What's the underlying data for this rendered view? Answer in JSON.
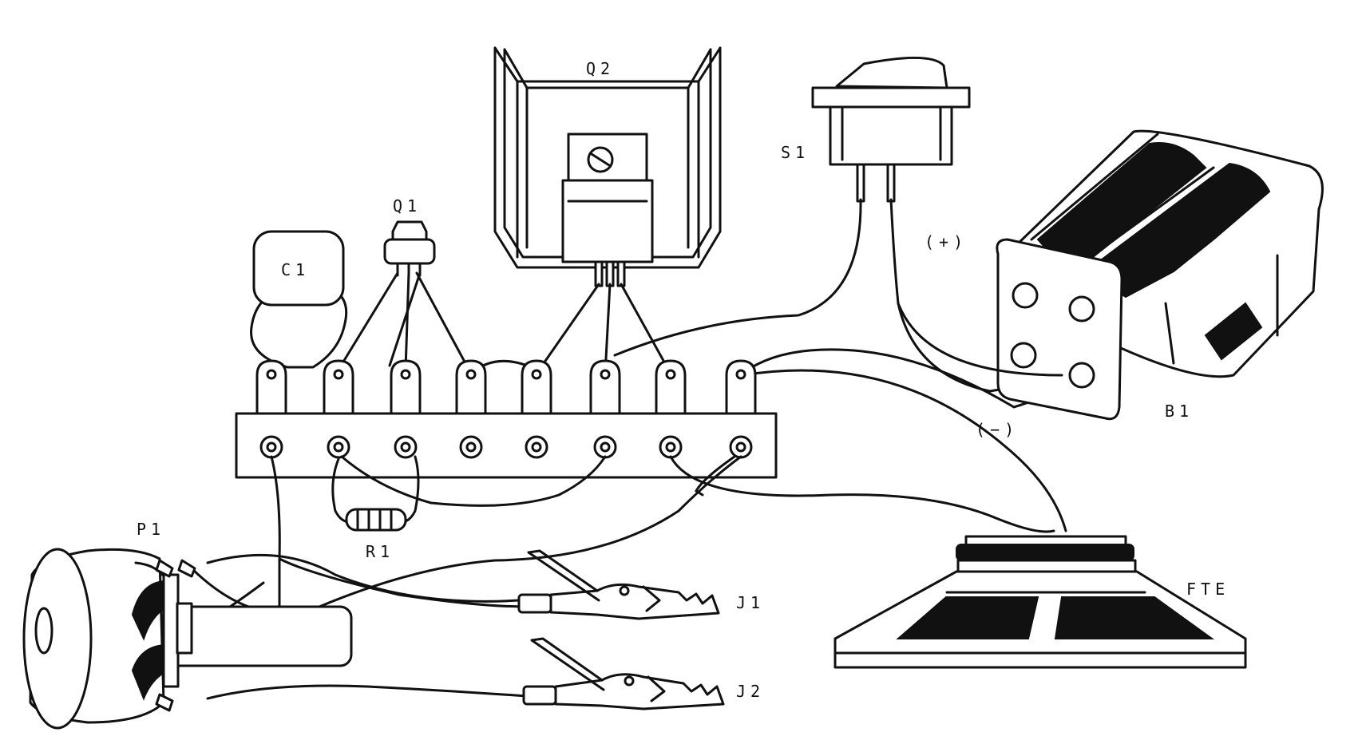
{
  "diagram": {
    "ink_color": "#111111",
    "background_color": "#ffffff",
    "labels": {
      "q2": "Q2",
      "s1": "S1",
      "q1": "Q1",
      "c1": "C1",
      "plus": "(+)",
      "minus": "(−)",
      "b1": "B1",
      "p1": "P1",
      "r1": "R1",
      "j1": "J1",
      "j2": "J2",
      "fte": "FTE"
    },
    "terminal_strip": {
      "terminal_count": 8
    },
    "icons": [
      "heatsink-icon",
      "power-transistor-icon",
      "rocker-switch-icon",
      "transistor-icon",
      "capacitor-icon",
      "battery-holder-icon",
      "potentiometer-icon",
      "resistor-icon",
      "alligator-clip-icon",
      "speaker-icon"
    ]
  }
}
